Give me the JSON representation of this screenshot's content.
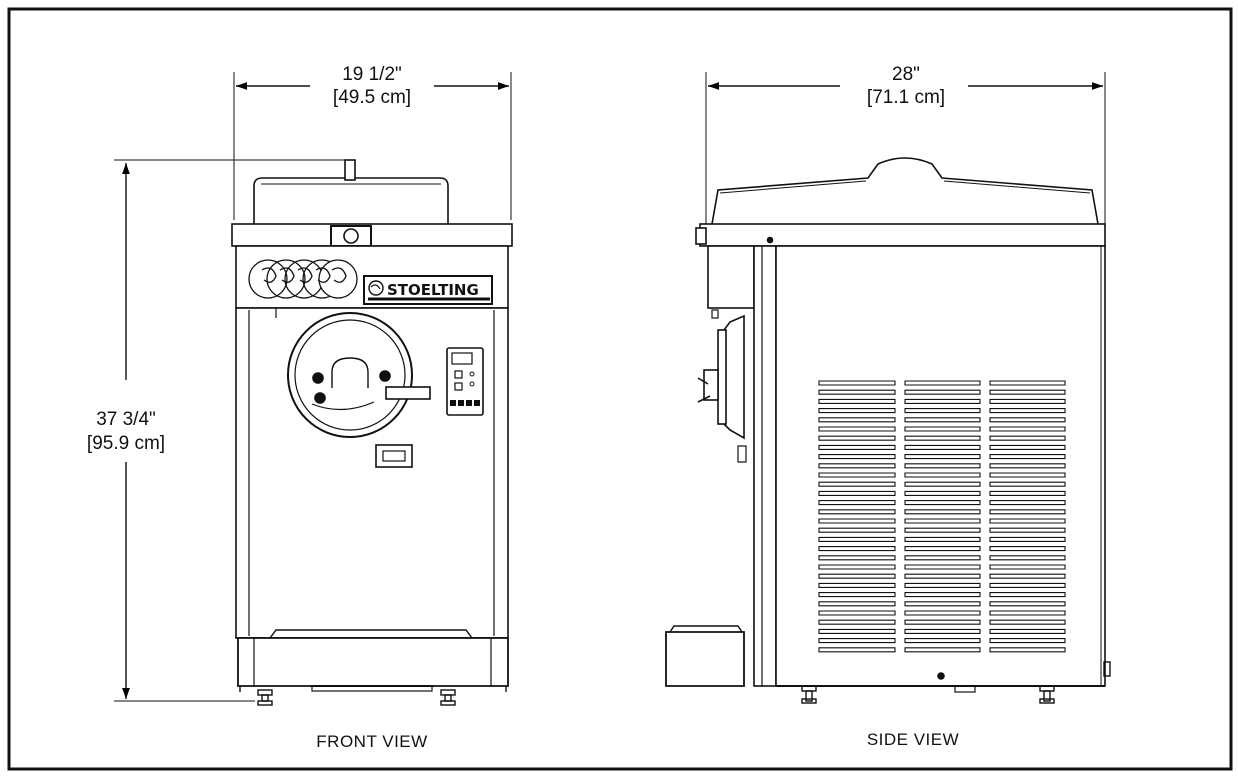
{
  "front_view": {
    "caption": "FRONT VIEW",
    "width_dim": {
      "imperial": "19 1/2\"",
      "metric": "[49.5 cm]"
    },
    "height_dim": {
      "imperial": "37 3/4\"",
      "metric": "[95.9 cm]"
    },
    "brand_logo": "STOELTING"
  },
  "side_view": {
    "caption": "SIDE VIEW",
    "depth_dim": {
      "imperial": "28\"",
      "metric": "[71.1 cm]"
    }
  }
}
